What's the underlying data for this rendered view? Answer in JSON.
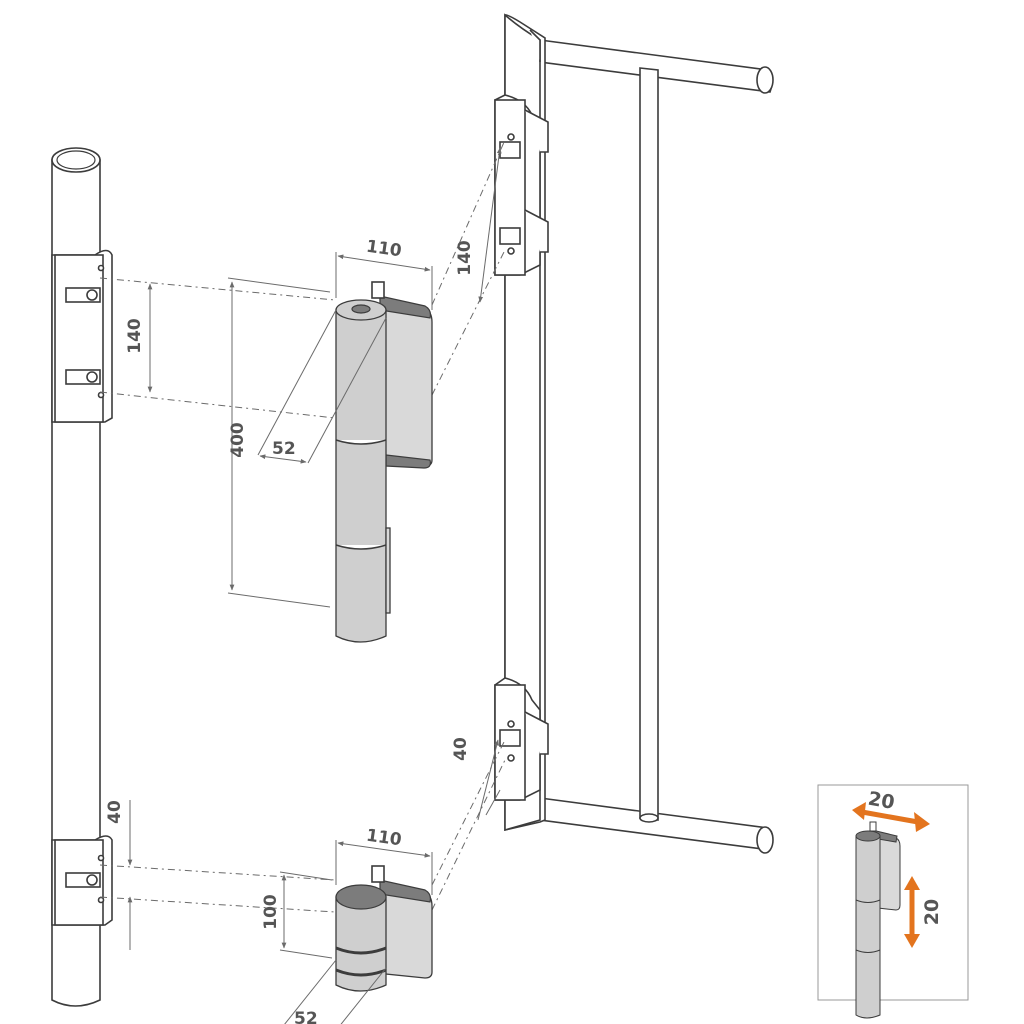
{
  "dimensions": {
    "upper_hinge_width": "110",
    "upper_hinge_height": "400",
    "upper_hinge_depth": "52",
    "upper_post_spacing": "140",
    "upper_gate_spacing": "140",
    "lower_hinge_width": "110",
    "lower_hinge_height": "100",
    "lower_hinge_depth": "52",
    "lower_post_offset": "40",
    "lower_gate_offset": "40"
  },
  "inset": {
    "horizontal_adjust": "20",
    "vertical_adjust": "20",
    "arrow_color": "#e3741e"
  },
  "colors": {
    "outline": "#3c3c3c",
    "dimension_text": "#555555",
    "hinge_grey": "#cfcfcf",
    "hinge_dark": "#7c7c7c"
  }
}
